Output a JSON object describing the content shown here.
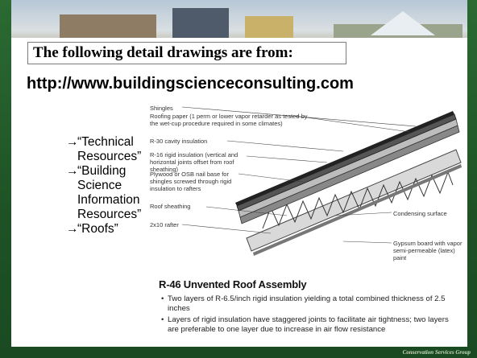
{
  "heading": "The following detail drawings are from:",
  "url": "http://www.buildingscienceconsulting.com",
  "nav": [
    {
      "arrow": "→",
      "label": "“Technical Resources”"
    },
    {
      "arrow": "→",
      "label": "“Building Science Information Resources”"
    },
    {
      "arrow": "→",
      "label": "“Roofs”"
    }
  ],
  "drawing": {
    "labels": {
      "shingles": "Shingles",
      "roofing_paper": "Roofing paper (1 perm or lower vapor retarder as tested by the wet-cup procedure required in some climates)",
      "cavity": "R-30 cavity insulation",
      "rigid": "R-16 rigid insulation (vertical and horizontal joints offset from roof sheathing)",
      "nail_base": "Plywood or OSB nail base for shingles screwed through rigid insulation to rafters",
      "sheathing": "Roof sheathing",
      "rafter": "2x10 rafter",
      "condensing": "Condensing surface",
      "gypsum": "Gypsum board with vapor semi-permeable (latex) paint"
    }
  },
  "caption": {
    "title": "R-46 Unvented Roof Assembly",
    "bullets": [
      "Two layers of R-6.5/inch rigid insulation yielding a total combined thickness of 2.5 inches",
      "Layers of rigid insulation have staggered joints to facilitate air tightness; two layers are preferable to one layer due to increase in air flow resistance"
    ]
  },
  "footer": "Conservation Services Group",
  "colors": {
    "frame": "#1f5326",
    "background": "#ffffff"
  }
}
